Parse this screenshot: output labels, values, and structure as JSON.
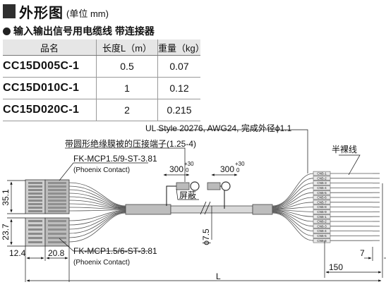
{
  "title": "外形图",
  "title_unit": "(单位 mm)",
  "subtitle": "输入输出信号用电缆线 带连接器",
  "table": {
    "headers": [
      "品名",
      "长度L（m）",
      "重量（kg）"
    ],
    "rows": [
      {
        "model": "CC15D005C-1",
        "length": "0.5",
        "weight": "0.07"
      },
      {
        "model": "CC15D010C-1",
        "length": "1",
        "weight": "0.12"
      },
      {
        "model": "CC15D020C-1",
        "length": "2",
        "weight": "0.215"
      }
    ]
  },
  "drawing": {
    "cable_spec": "UL Style 20276, AWG24, 完成外径ϕ1.1",
    "terminal_note": "带圆形绝缘膜被的压接端子(1.25-4)",
    "connector_top": "FK-MCP1.5/9-ST-3.81",
    "connector_bottom": "FK-MCP1.5/6-ST-3.81",
    "phoenix_contact": "(Phoenix Contact)",
    "strip_label": "半裸线",
    "shield_label": "屏蔽",
    "dim_300": "300",
    "tol_plus": "+30",
    "tol_zero": "0",
    "dim_35_1": "35.1",
    "dim_23_7": "23.7",
    "dim_12_4": "12.4",
    "dim_20_8": "20.8",
    "dim_dia": "ϕ7.5",
    "dim_7": "7",
    "dim_150": "150",
    "dim_L": "L",
    "wire_tags": [
      "CN5-1",
      "CN5-2",
      "CN5-3",
      "CN5-4",
      "CN5-5",
      "CN5-6",
      "CN5-7",
      "CN5-8",
      "CN5-9",
      "CN6-1",
      "CN6-2",
      "CN6-3",
      "CN6-4",
      "CN6-5",
      "CN6-6"
    ]
  }
}
